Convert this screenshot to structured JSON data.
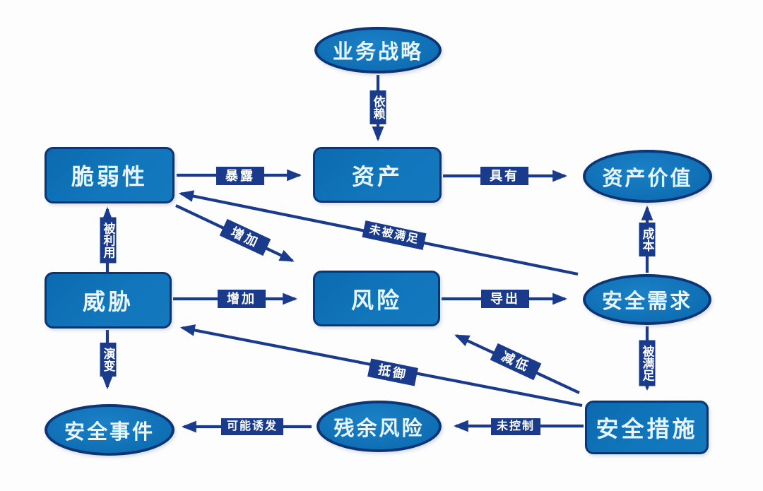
{
  "diagram": {
    "type": "flowchart",
    "language": "zh",
    "title": "",
    "colors": {
      "background": "#ffffff",
      "node_fill": "#0f70b6",
      "node_border": "#0d3474",
      "node_text": "#e6f4fd",
      "edge": "#1a3a8c",
      "edge_label_bg": "#1a3a8c",
      "edge_label_text": "#ffffff"
    },
    "nodes": [
      {
        "id": "business-strategy",
        "label": "业务战略",
        "shape": "ellipse"
      },
      {
        "id": "vulnerability",
        "label": "脆弱性",
        "shape": "rect"
      },
      {
        "id": "asset",
        "label": "资产",
        "shape": "rect"
      },
      {
        "id": "asset-value",
        "label": "资产价值",
        "shape": "ellipse"
      },
      {
        "id": "threat",
        "label": "威胁",
        "shape": "rect"
      },
      {
        "id": "risk",
        "label": "风险",
        "shape": "rect"
      },
      {
        "id": "security-requirement",
        "label": "安全需求",
        "shape": "ellipse"
      },
      {
        "id": "security-incident",
        "label": "安全事件",
        "shape": "ellipse"
      },
      {
        "id": "residual-risk",
        "label": "残余风险",
        "shape": "ellipse"
      },
      {
        "id": "security-measure",
        "label": "安全措施",
        "shape": "rect"
      }
    ],
    "edges": [
      {
        "from": "business-strategy",
        "to": "asset",
        "label": "依赖"
      },
      {
        "from": "vulnerability",
        "to": "asset",
        "label": "暴露"
      },
      {
        "from": "asset",
        "to": "asset-value",
        "label": "具有"
      },
      {
        "from": "threat",
        "to": "vulnerability",
        "label": "被利用"
      },
      {
        "from": "vulnerability",
        "to": "risk",
        "label": "增加"
      },
      {
        "from": "security-requirement",
        "to": "vulnerability",
        "label": "未被满足"
      },
      {
        "from": "security-requirement",
        "to": "asset-value",
        "label": "成本"
      },
      {
        "from": "threat",
        "to": "risk",
        "label": "增加"
      },
      {
        "from": "risk",
        "to": "security-requirement",
        "label": "导出"
      },
      {
        "from": "threat",
        "to": "security-incident",
        "label": "演变"
      },
      {
        "from": "security-requirement",
        "to": "security-measure",
        "label": "被满足"
      },
      {
        "from": "security-measure",
        "to": "threat",
        "label": "抵御"
      },
      {
        "from": "security-measure",
        "to": "risk",
        "label": "减低"
      },
      {
        "from": "security-measure",
        "to": "residual-risk",
        "label": "未控制"
      },
      {
        "from": "residual-risk",
        "to": "security-incident",
        "label": "可能诱发"
      }
    ]
  }
}
